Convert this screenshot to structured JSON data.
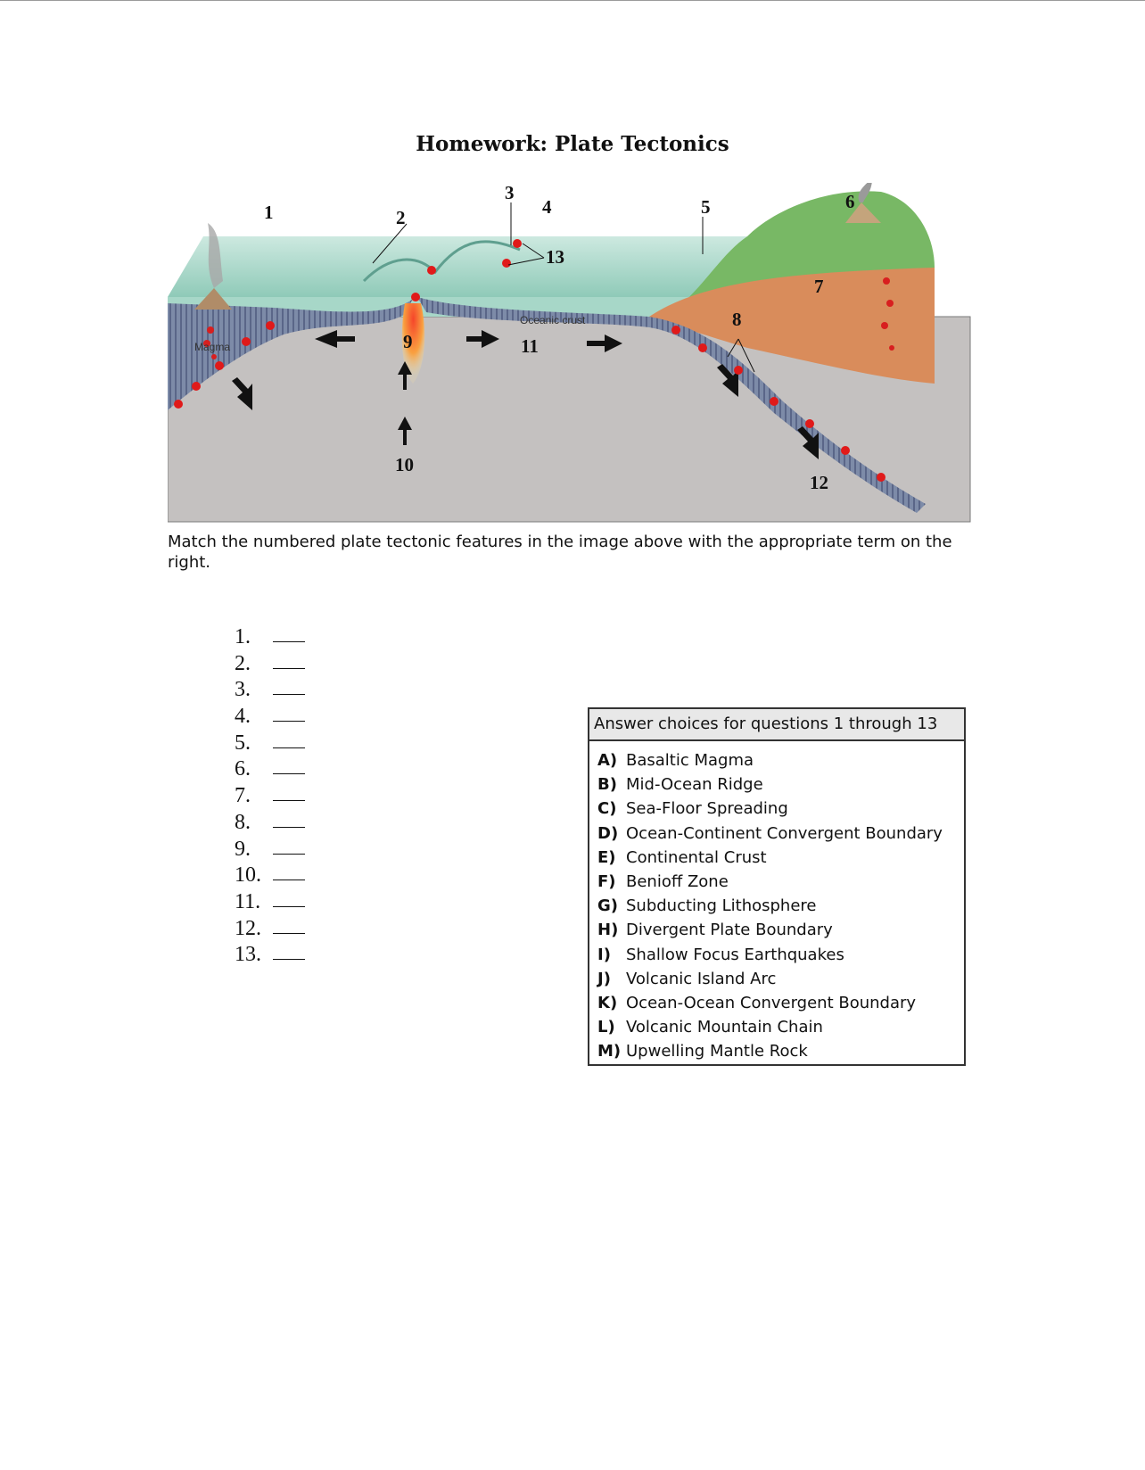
{
  "title": "Homework: Plate Tectonics",
  "diagram": {
    "labels": [
      "1",
      "2",
      "3",
      "4",
      "5",
      "6",
      "7",
      "8",
      "9",
      "10",
      "11",
      "12",
      "13"
    ],
    "magma_label": "Magma",
    "oceanic_crust_label": "Oceanic crust"
  },
  "instructions": "Match the numbered plate tectonic features in the image above with the appropriate term on the right.",
  "questions": [
    {
      "num": "1.",
      "answer": ""
    },
    {
      "num": "2.",
      "answer": ""
    },
    {
      "num": "3.",
      "answer": ""
    },
    {
      "num": "4.",
      "answer": ""
    },
    {
      "num": "5.",
      "answer": ""
    },
    {
      "num": "6.",
      "answer": ""
    },
    {
      "num": "7.",
      "answer": ""
    },
    {
      "num": "8.",
      "answer": ""
    },
    {
      "num": "9.",
      "answer": ""
    },
    {
      "num": "10.",
      "answer": ""
    },
    {
      "num": "11.",
      "answer": ""
    },
    {
      "num": "12.",
      "answer": ""
    },
    {
      "num": "13.",
      "answer": ""
    }
  ],
  "answer_choices": {
    "heading": "Answer choices for questions 1 through 13",
    "items": [
      {
        "letter": "A)",
        "text": "Basaltic Magma"
      },
      {
        "letter": "B)",
        "text": "Mid-Ocean Ridge"
      },
      {
        "letter": "C)",
        "text": "Sea-Floor Spreading"
      },
      {
        "letter": "D)",
        "text": "Ocean-Continent Convergent Boundary"
      },
      {
        "letter": "E)",
        "text": "Continental Crust"
      },
      {
        "letter": "F)",
        "text": "Benioff Zone"
      },
      {
        "letter": "G)",
        "text": "Subducting Lithosphere"
      },
      {
        "letter": "H)",
        "text": "Divergent Plate Boundary"
      },
      {
        "letter": "I)",
        "text": "Shallow Focus Earthquakes"
      },
      {
        "letter": "J)",
        "text": "Volcanic Island Arc"
      },
      {
        "letter": "K)",
        "text": "Ocean-Ocean Convergent Boundary"
      },
      {
        "letter": "L)",
        "text": "Volcanic Mountain Chain"
      },
      {
        "letter": "M)",
        "text": "Upwelling Mantle Rock"
      }
    ]
  }
}
